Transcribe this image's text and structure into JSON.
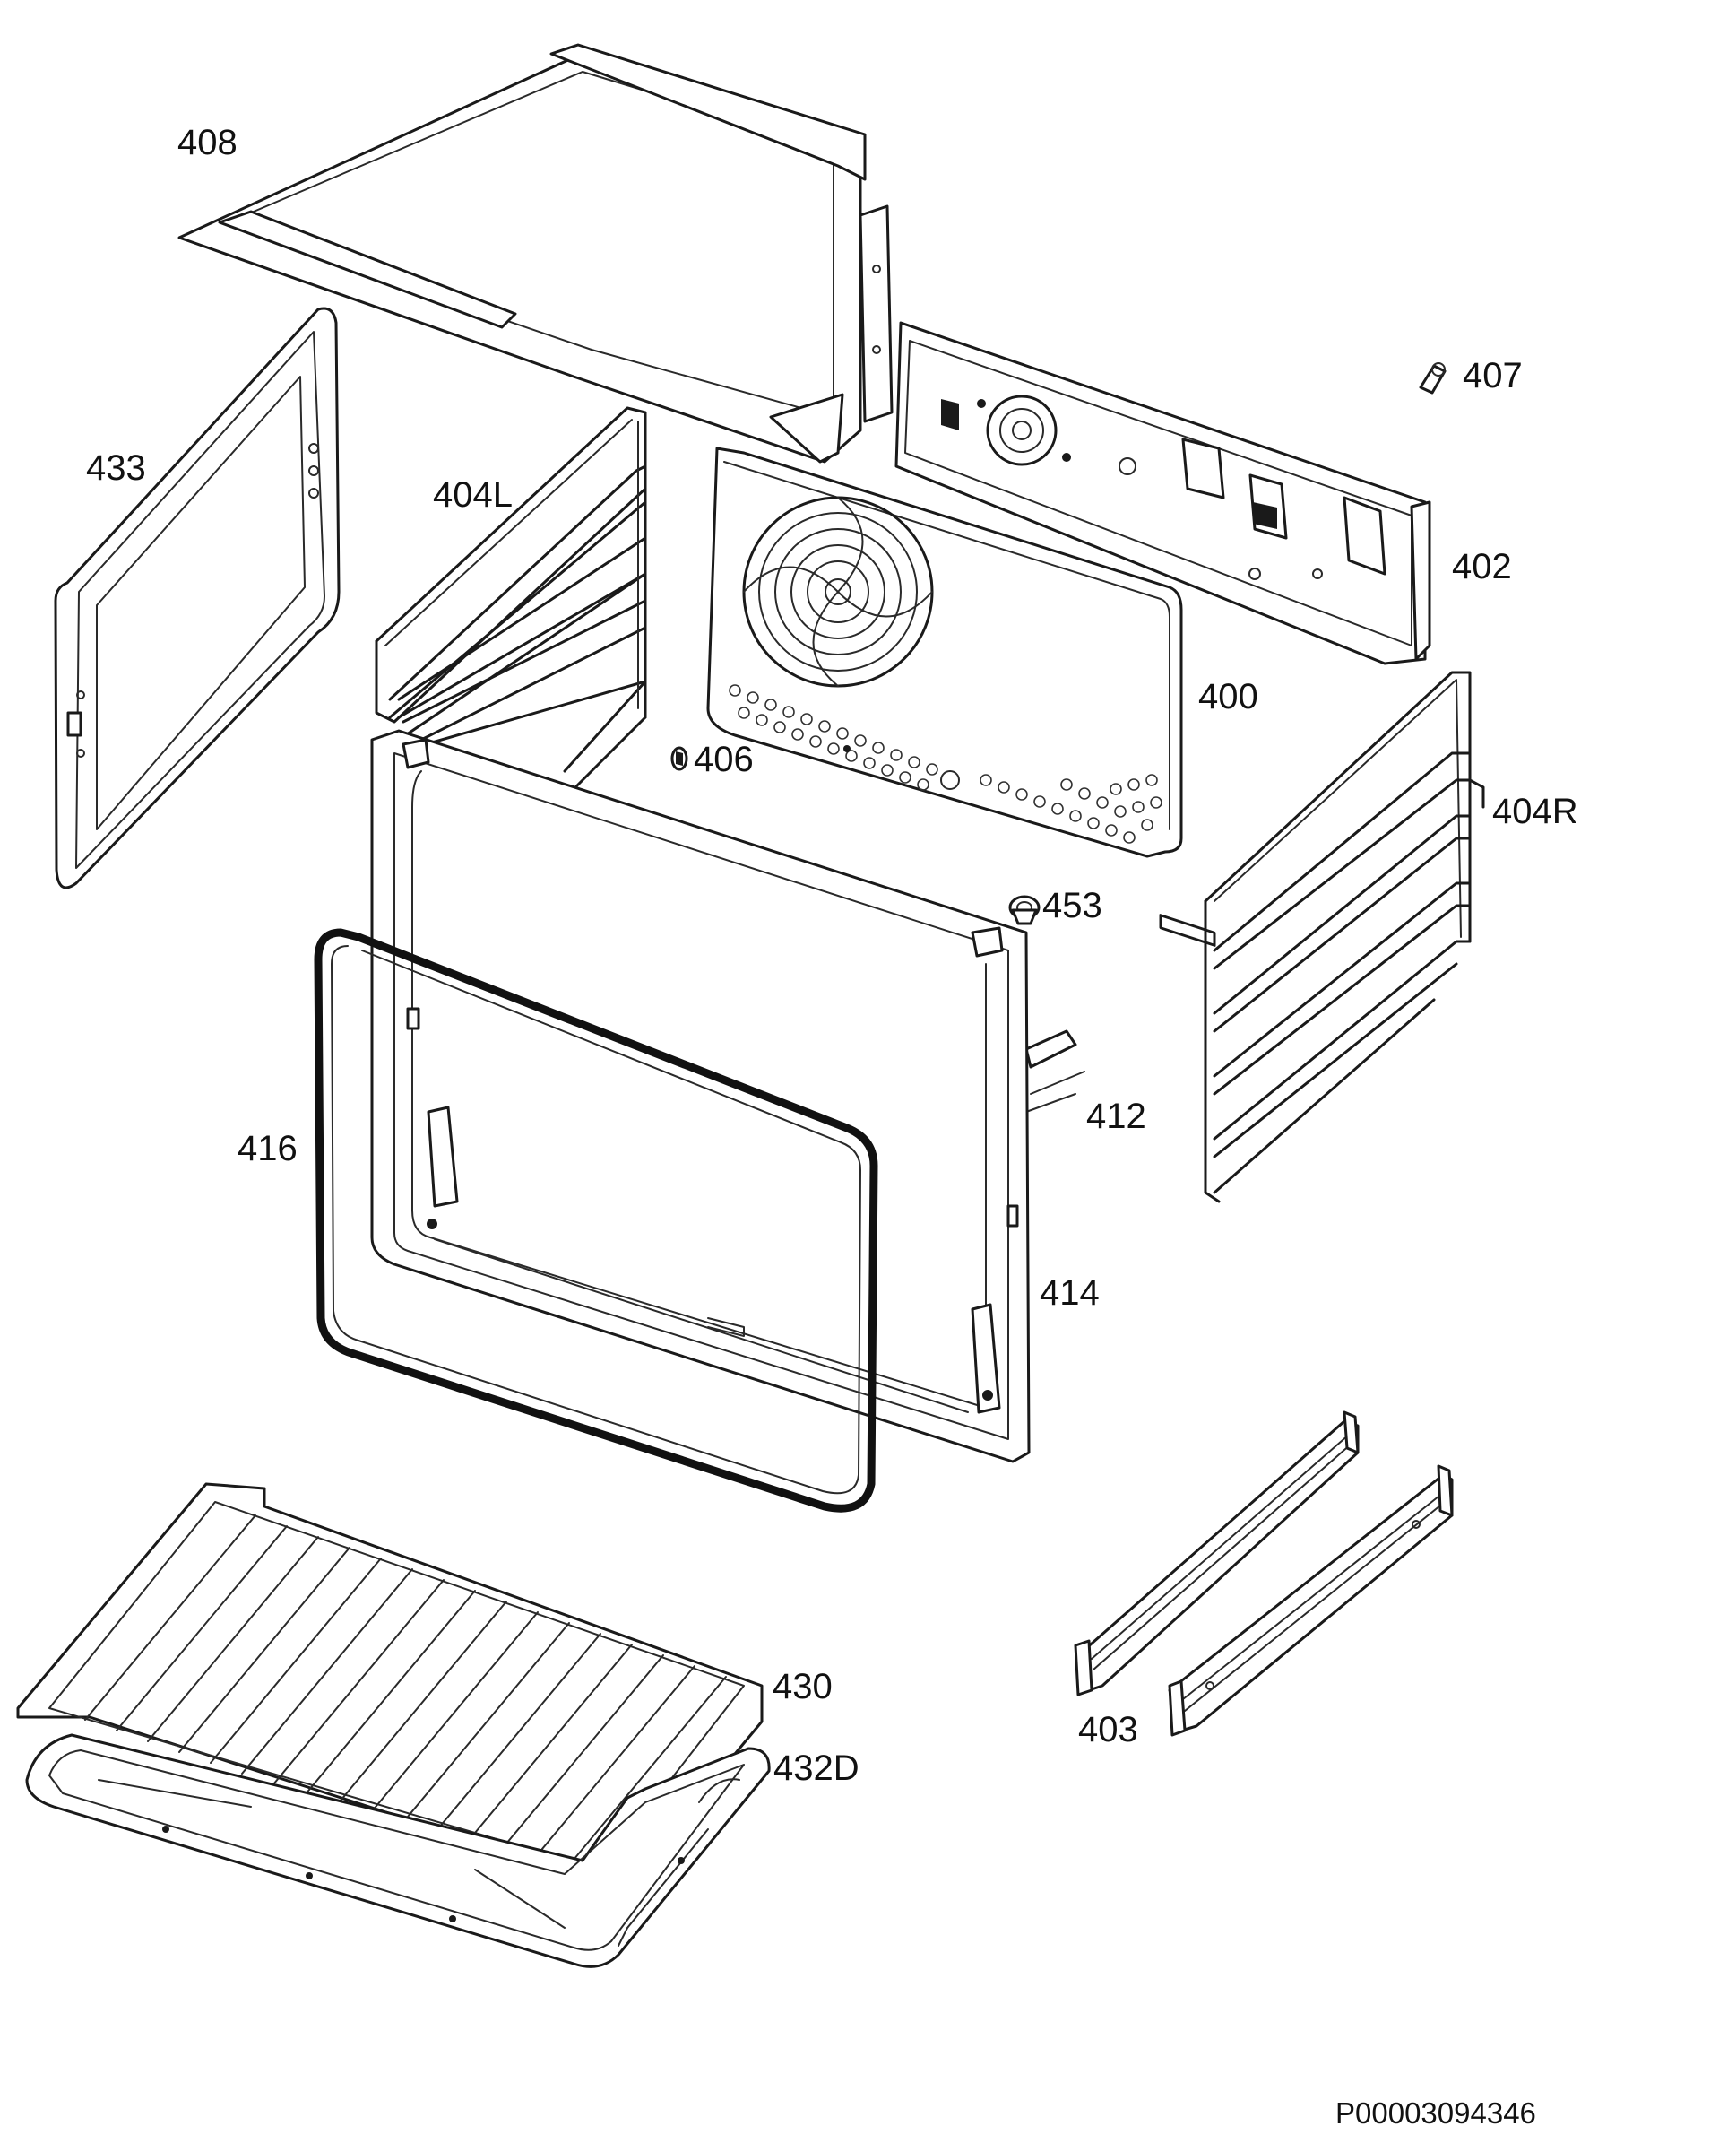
{
  "diagram": {
    "labels": {
      "l408": "408",
      "l407": "407",
      "l433": "433",
      "l404L": "404L",
      "l402": "402",
      "l400": "400",
      "l406": "406",
      "l404R": "404R",
      "l453": "453",
      "l412": "412",
      "l416": "416",
      "l414": "414",
      "l430": "430",
      "l403": "403",
      "l432D": "432D"
    },
    "reference_code": "P00003094346"
  }
}
